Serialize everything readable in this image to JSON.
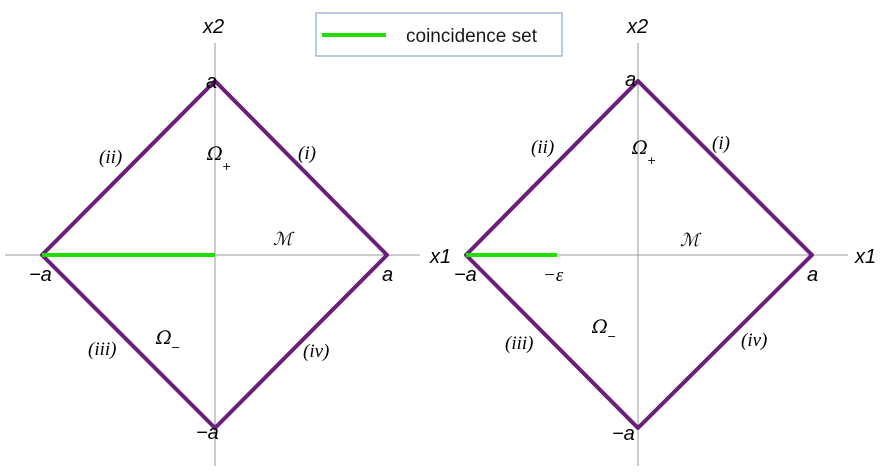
{
  "legend": {
    "label": "coincidence set",
    "line_color": "#22dd00"
  },
  "colors": {
    "boundary": "#6b1f7a",
    "coincidence": "#22dd00",
    "axes": "#9a9a9a"
  },
  "panels": [
    {
      "axis_x_label": "x1",
      "axis_y_label": "x2",
      "top_vertex": "a",
      "bottom_vertex": "−a",
      "left_vertex": "−a",
      "right_vertex": "a",
      "edge_i": "(i)",
      "edge_ii": "(ii)",
      "edge_iii": "(iii)",
      "edge_iv": "(iv)",
      "omega_plus": "Ω",
      "omega_plus_sub": "+",
      "omega_minus": "Ω",
      "omega_minus_sub": "−",
      "interface_label": "ℳ",
      "epsilon_label": ""
    },
    {
      "axis_x_label": "x1",
      "axis_y_label": "x2",
      "top_vertex": "a",
      "bottom_vertex": "−a",
      "left_vertex": "−a",
      "right_vertex": "a",
      "edge_i": "(i)",
      "edge_ii": "(ii)",
      "edge_iii": "(iii)",
      "edge_iv": "(iv)",
      "omega_plus": "Ω",
      "omega_plus_sub": "+",
      "omega_minus": "Ω",
      "omega_minus_sub": "−",
      "interface_label": "ℳ",
      "epsilon_label": "−ε"
    }
  ]
}
